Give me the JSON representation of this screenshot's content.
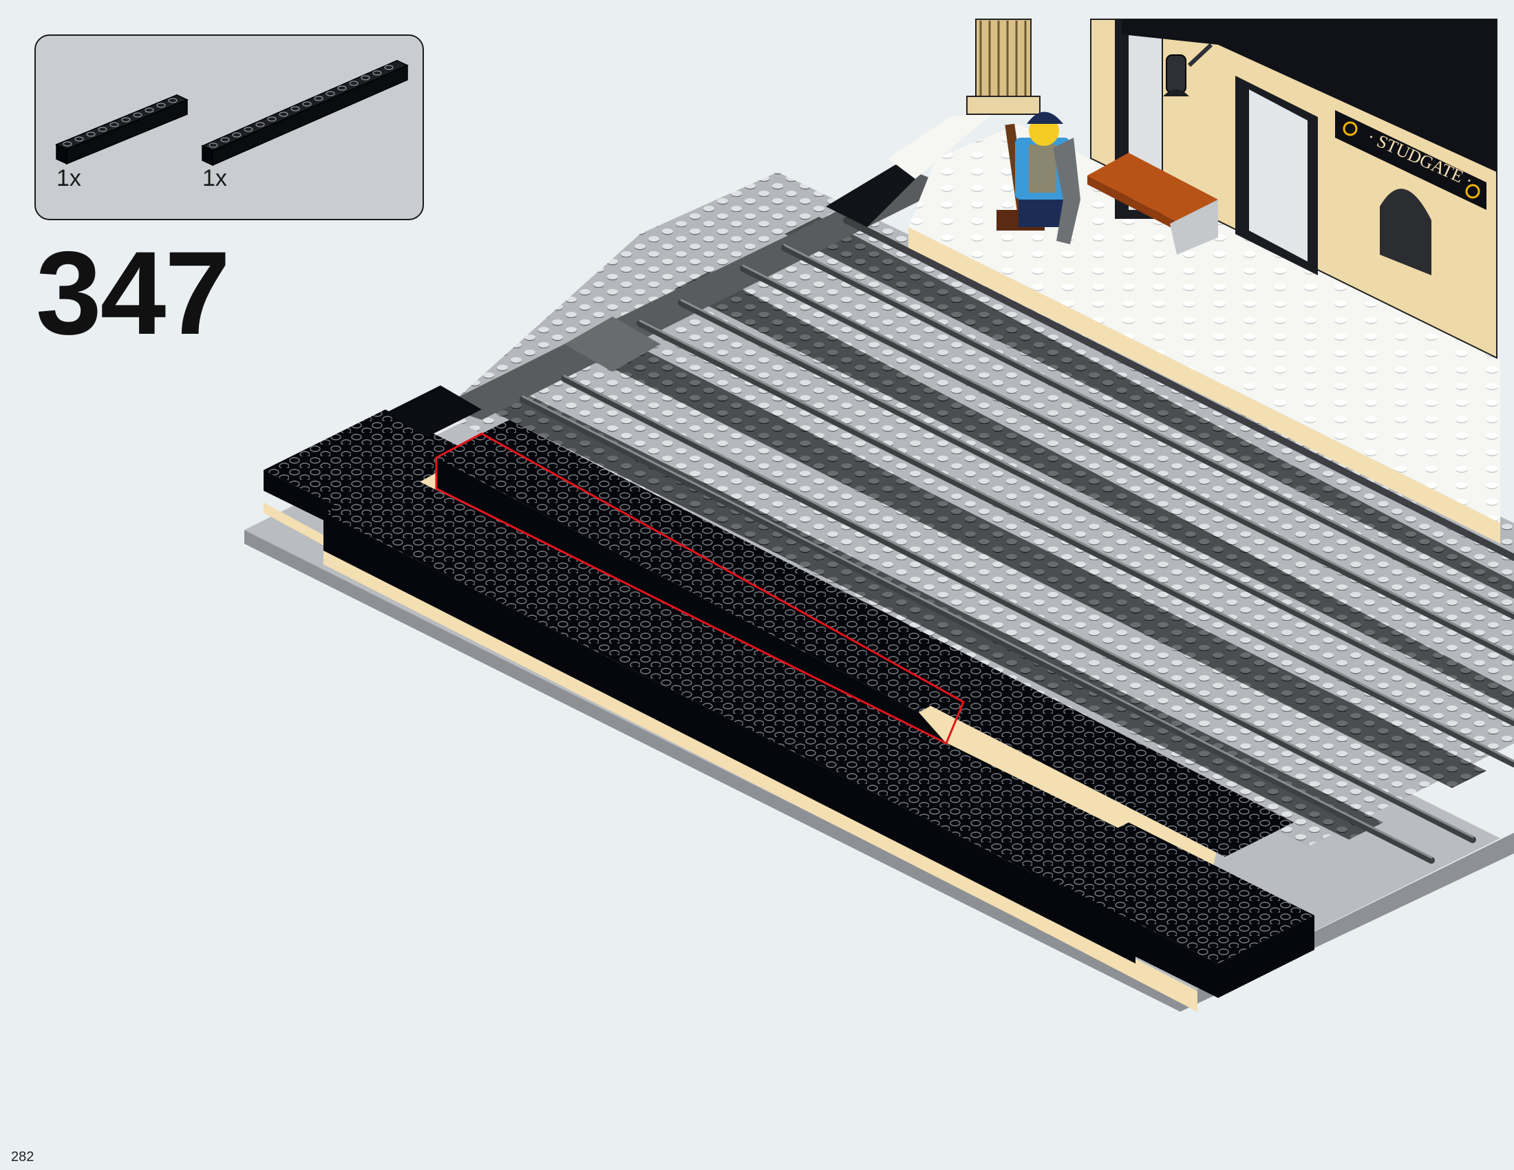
{
  "parts_list": {
    "items": [
      {
        "part": "black-brick-1x10",
        "quantity": "1x"
      },
      {
        "part": "black-brick-1x16",
        "quantity": "1x"
      }
    ]
  },
  "step": {
    "number": "347"
  },
  "station_sign": {
    "text": "· STUDGATE ·"
  },
  "page": {
    "number": "282"
  },
  "colors": {
    "highlight": "#e3141b",
    "black_brick": "#05070c",
    "tan": "#f4dfb3",
    "baseplate_gray": "#9a9fa5",
    "track_dark": "#56575a",
    "platform_white": "#f6f6f3"
  }
}
